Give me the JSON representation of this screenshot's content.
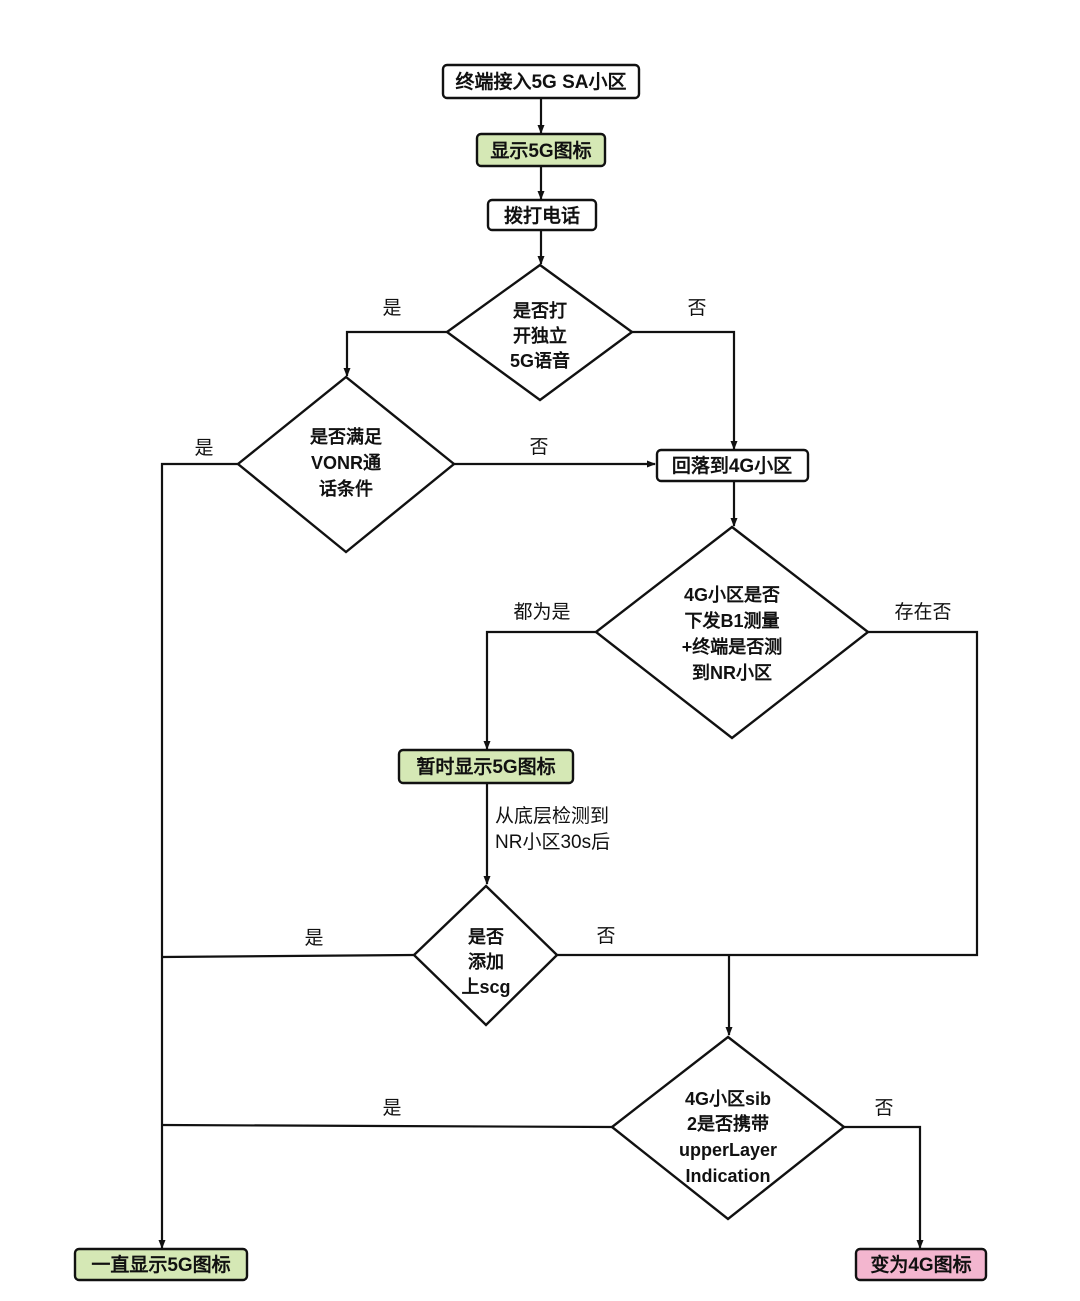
{
  "colors": {
    "plain_fill": "#ffffff",
    "green_fill": "#d5e8b5",
    "pink_fill": "#f3b6cf",
    "stroke": "#111111"
  },
  "nodes": {
    "start": {
      "label": "终端接入5G SA小区"
    },
    "show_5g_icon": {
      "label": "显示5G图标"
    },
    "make_call": {
      "label": "拨打电话"
    },
    "q_vonr_switch": {
      "lines": [
        "是否打",
        "开独立",
        "5G语音"
      ]
    },
    "q_vonr_conditions": {
      "lines": [
        "是否满足",
        "VONR通",
        "话条件"
      ]
    },
    "fallback_4g": {
      "label": "回落到4G小区"
    },
    "q_b1_measure": {
      "lines": [
        "4G小区是否",
        "下发B1测量",
        "+终端是否测",
        "到NR小区"
      ]
    },
    "temp_show_5g": {
      "label": "暂时显示5G图标"
    },
    "q_scg_added": {
      "lines": [
        "是否",
        "添加",
        "上scg"
      ]
    },
    "q_sib2": {
      "lines": [
        "4G小区sib",
        "2是否携带",
        "upperLayer",
        "Indication"
      ]
    },
    "always_5g": {
      "label": "一直显示5G图标"
    },
    "change_to_4g": {
      "label": "变为4G图标"
    }
  },
  "edge_labels": {
    "vonr_switch_yes": "是",
    "vonr_switch_no": "否",
    "vonr_conditions_yes": "是",
    "vonr_conditions_no": "否",
    "b1_all_yes": "都为是",
    "b1_any_no": "存在否",
    "after_detect": [
      "从底层检测到",
      "NR小区30s后"
    ],
    "scg_yes": "是",
    "scg_no": "否",
    "sib2_yes": "是",
    "sib2_no": "否"
  }
}
